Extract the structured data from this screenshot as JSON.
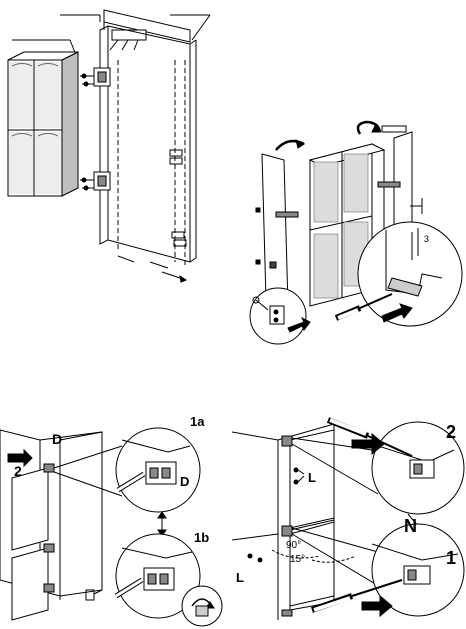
{
  "panels": {
    "top_left": {
      "labels": {}
    },
    "top_right": {
      "labels": {
        "dim_a": "3"
      }
    },
    "bottom_left": {
      "labels": {
        "d_main": "D",
        "step_2": "2",
        "d_callout": "D",
        "step_1a": "1a",
        "step_1b": "1b"
      }
    },
    "bottom_right": {
      "labels": {
        "step_2": "2",
        "l_top": "L",
        "n_label": "N",
        "angle_90": "90°",
        "angle_15": "15°",
        "step_1": "1",
        "l_bottom": "L"
      }
    }
  }
}
